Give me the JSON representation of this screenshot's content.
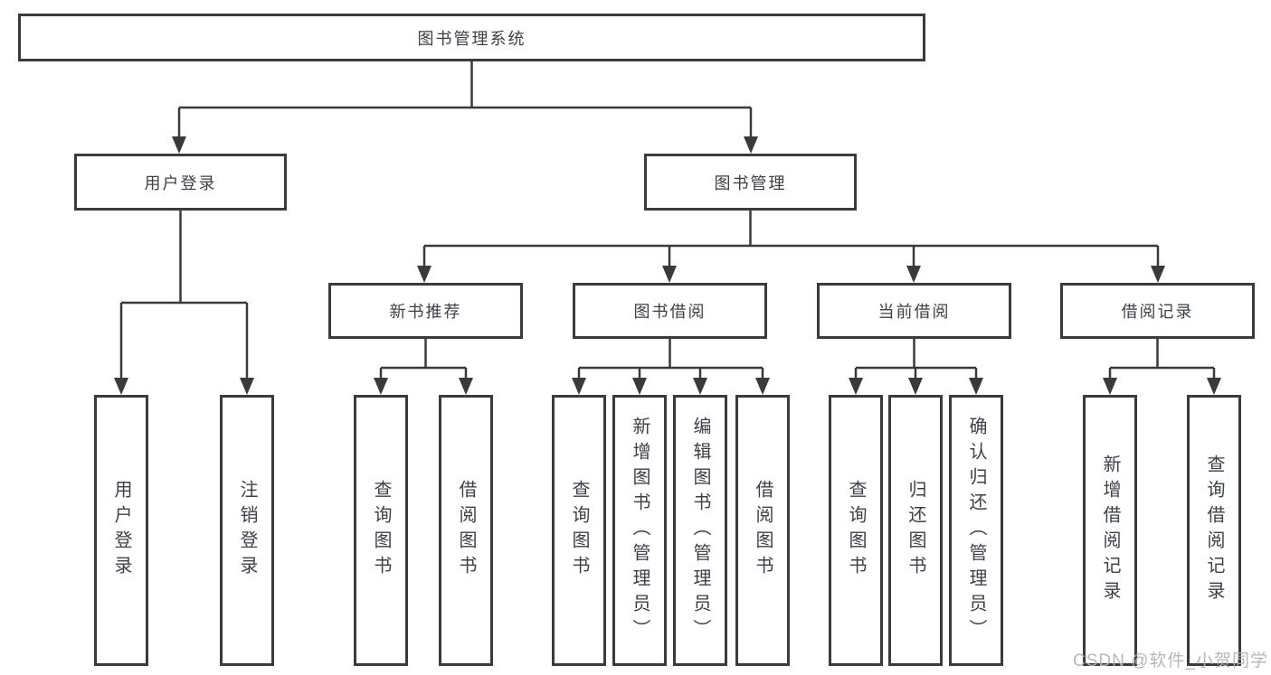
{
  "diagram": {
    "root": {
      "label": "图书管理系统"
    },
    "level2": [
      {
        "id": "user-login",
        "label": "用户登录"
      },
      {
        "id": "book-management",
        "label": "图书管理"
      }
    ],
    "level3": [
      {
        "id": "new-book-recommend",
        "label": "新书推荐",
        "parent": "图书管理"
      },
      {
        "id": "book-borrow",
        "label": "图书借阅",
        "parent": "图书管理"
      },
      {
        "id": "current-borrow",
        "label": "当前借阅",
        "parent": "图书管理"
      },
      {
        "id": "borrow-records",
        "label": "借阅记录",
        "parent": "图书管理"
      }
    ],
    "leaves": [
      {
        "label": "用户登录",
        "parent": "用户登录"
      },
      {
        "label": "注销登录",
        "parent": "用户登录"
      },
      {
        "label": "查询图书",
        "parent": "新书推荐"
      },
      {
        "label": "借阅图书",
        "parent": "新书推荐"
      },
      {
        "label": "查询图书",
        "parent": "图书借阅"
      },
      {
        "label": "新增图书（管理员）",
        "parent": "图书借阅"
      },
      {
        "label": "编辑图书（管理员）",
        "parent": "图书借阅"
      },
      {
        "label": "借阅图书",
        "parent": "图书借阅"
      },
      {
        "label": "查询图书",
        "parent": "当前借阅"
      },
      {
        "label": "归还图书",
        "parent": "当前借阅"
      },
      {
        "label": "确认归还（管理员）",
        "parent": "当前借阅"
      },
      {
        "label": "新增借阅记录",
        "parent": "借阅记录"
      },
      {
        "label": "查询借阅记录",
        "parent": "借阅记录"
      }
    ],
    "watermark": "CSDN @软件_小贺同学",
    "colors": {
      "line": "#3a3a3a",
      "border": "#3b3b3b",
      "text": "#3d4045",
      "watermark": "#b2b2b8",
      "background": "#ffffff"
    }
  }
}
